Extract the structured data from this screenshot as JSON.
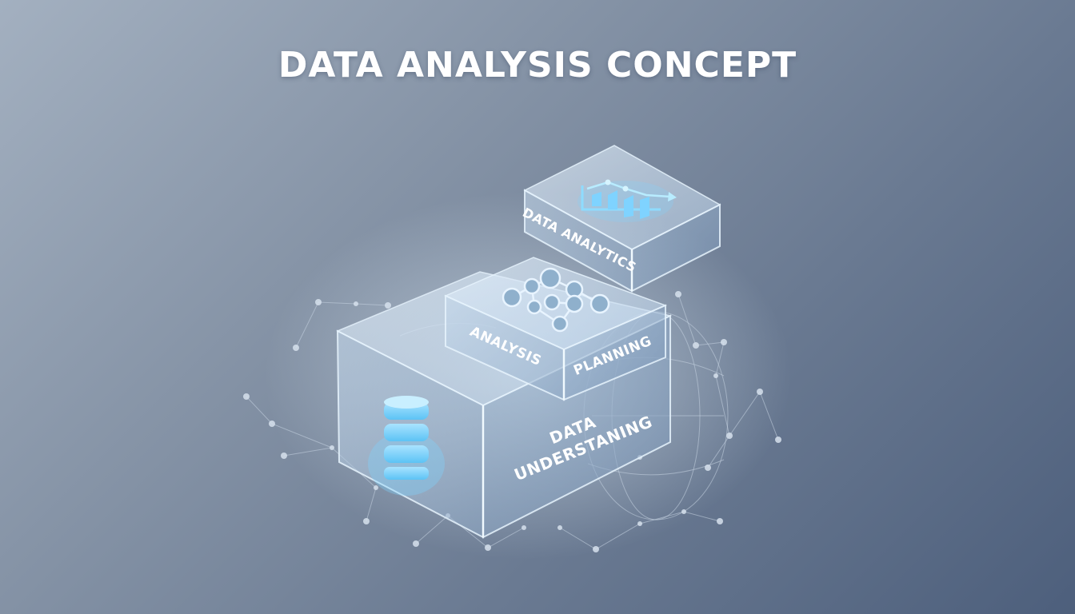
{
  "title": "DATA ANALYSIS CONCEPT",
  "blocks": {
    "top": {
      "label": "DATA ANALYTICS",
      "icon": "bar-chart-trend-icon"
    },
    "middle": {
      "label_left": "ANALYSIS",
      "label_right": "PLANNING",
      "icon": "network-graph-icon"
    },
    "bottom": {
      "label_line1": "DATA",
      "label_line2": "UNDERSTANING",
      "icon": "database-icon"
    }
  },
  "colors": {
    "accent_glow": "#7fd3ff",
    "glass_edge": "#d8ecfb",
    "text": "#ffffff"
  }
}
